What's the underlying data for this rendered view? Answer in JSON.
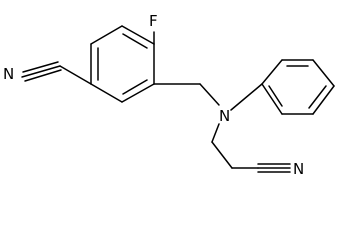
{
  "molecule": {
    "atoms": {
      "fluorine": "F",
      "nitrogen_amine": "N",
      "nitrogen_nitrile_aryl": "N",
      "nitrogen_nitrile_alkyl": "N"
    },
    "colors": {
      "bond": "#000000",
      "label": "#000000",
      "background": "#ffffff"
    }
  }
}
